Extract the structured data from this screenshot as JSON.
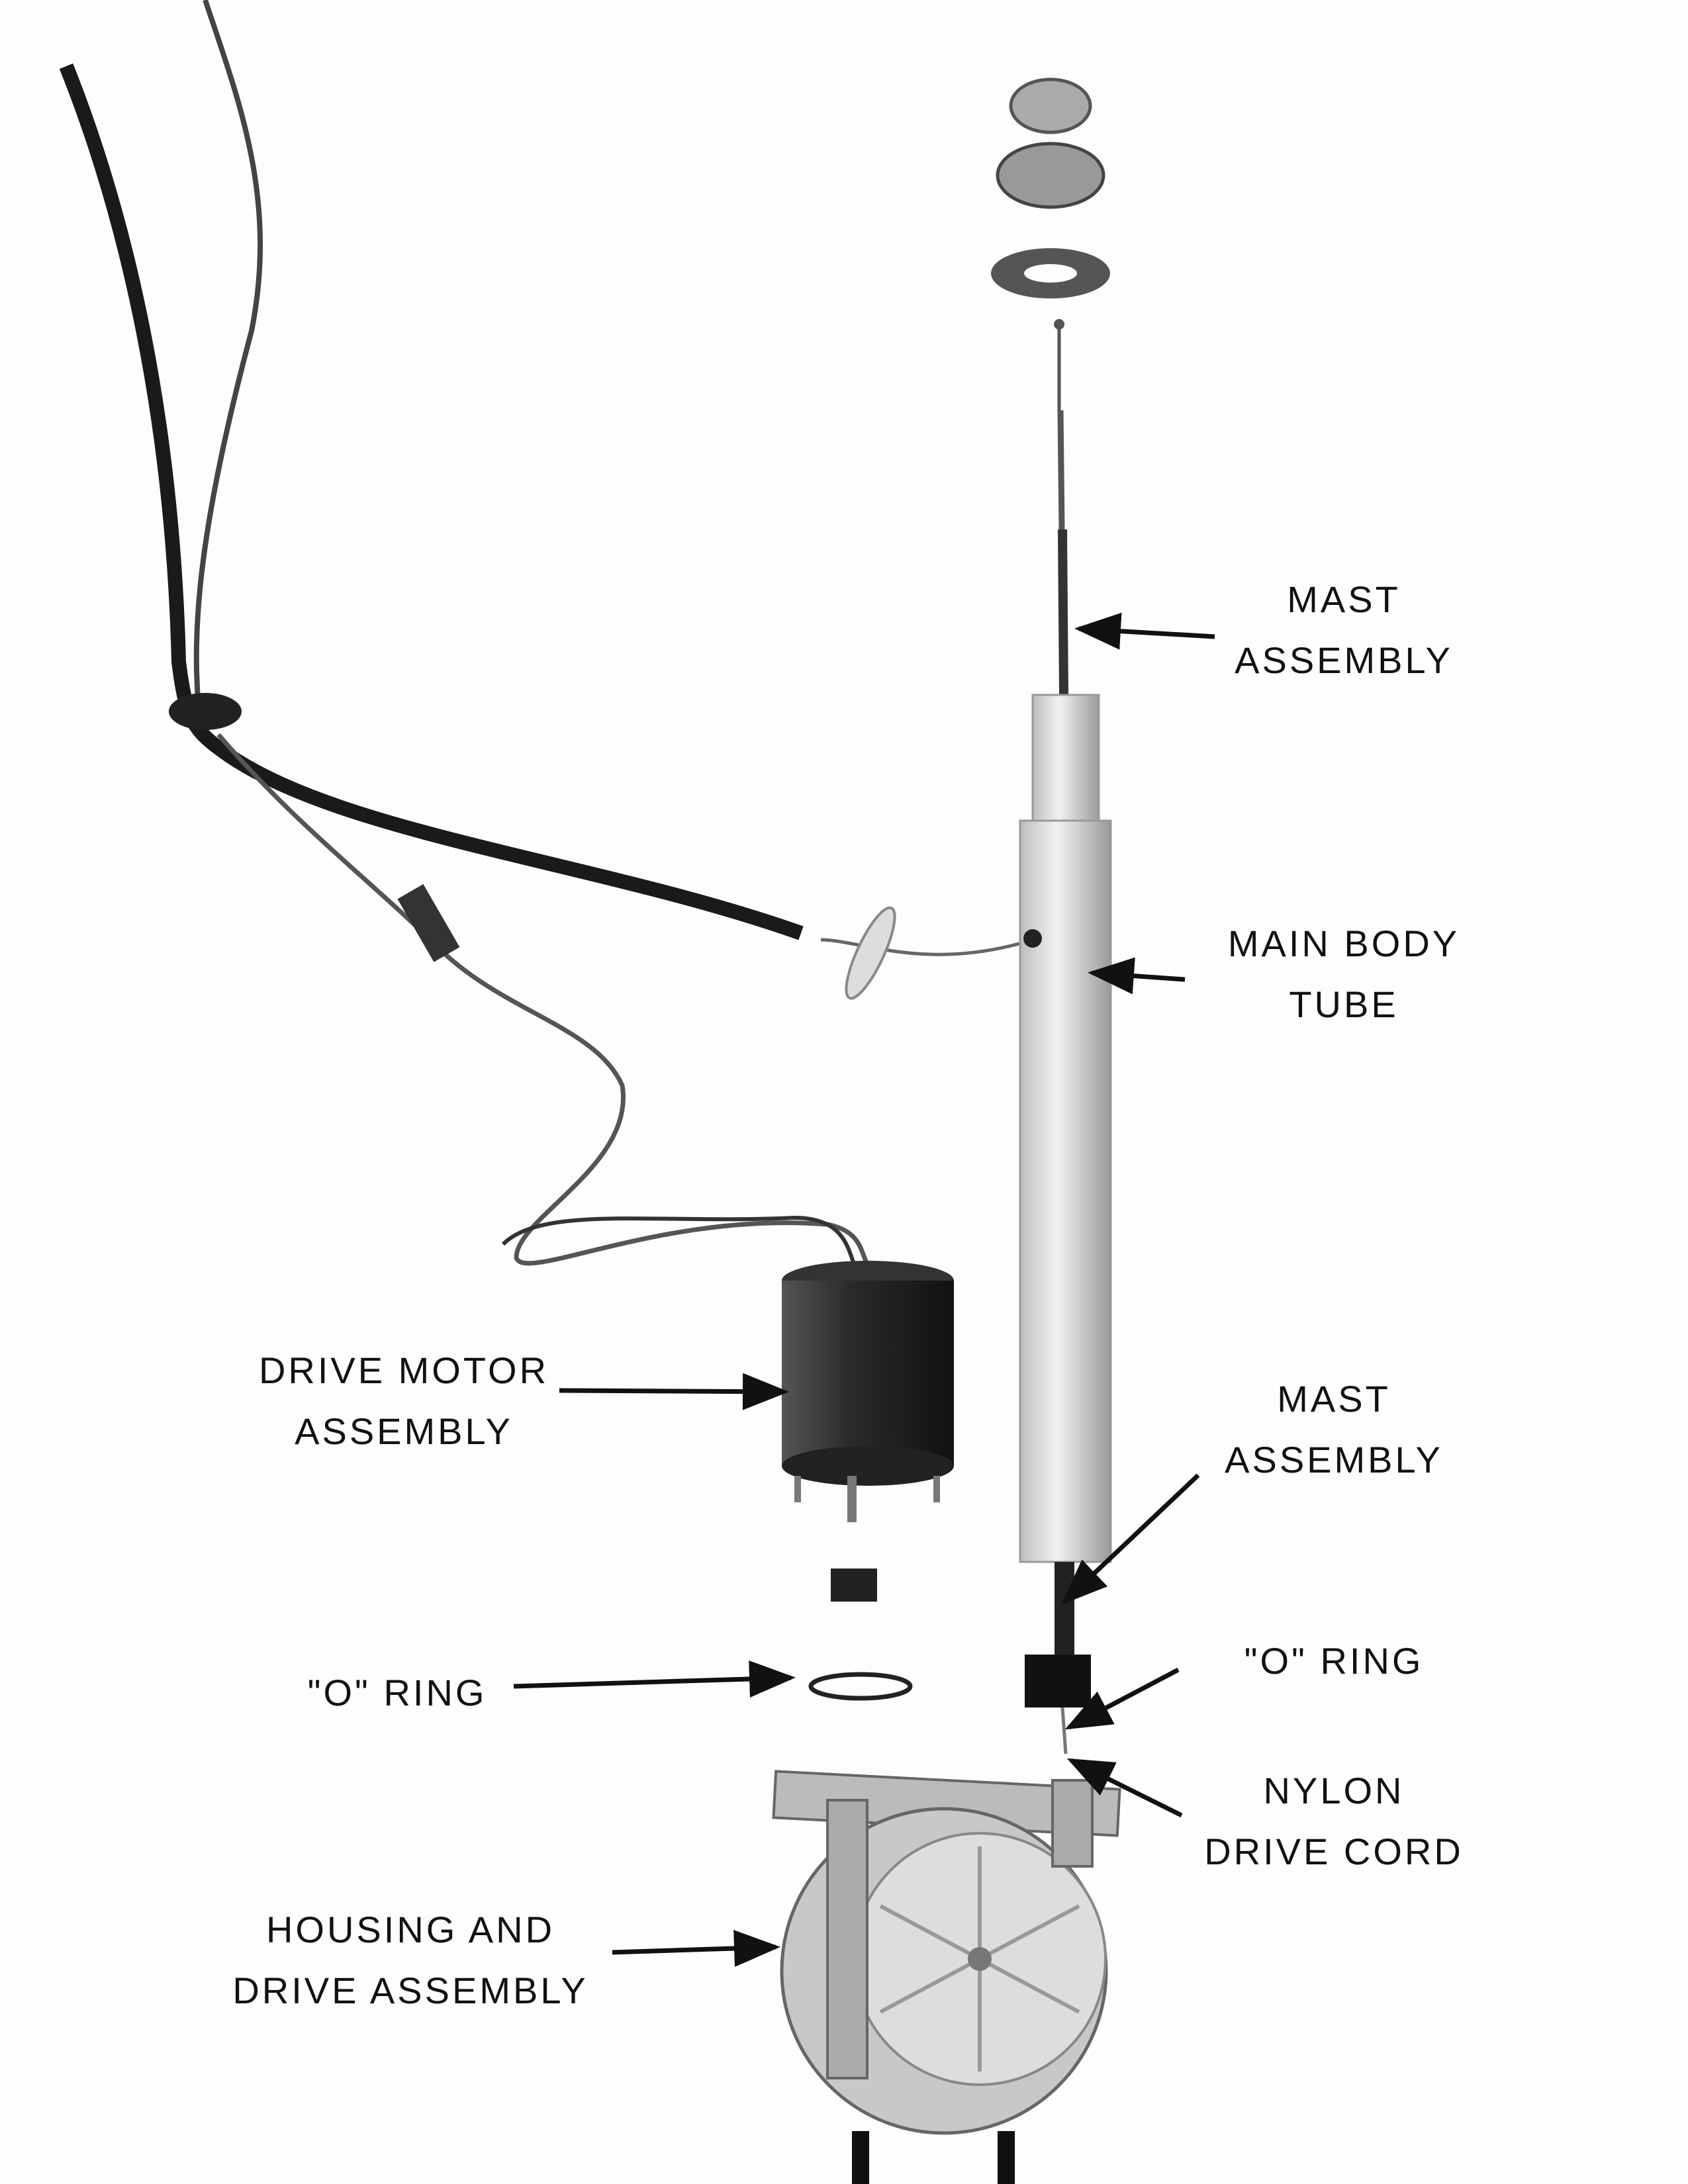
{
  "labels": {
    "mast_assembly_top": [
      "MAST",
      "ASSEMBLY"
    ],
    "main_body_tube": [
      "MAIN  BODY",
      "TUBE"
    ],
    "drive_motor_assembly": [
      "DRIVE  MOTOR",
      "ASSEMBLY"
    ],
    "mast_assembly_lower": [
      "MAST",
      "ASSEMBLY"
    ],
    "o_ring_left": "\"O\"  RING",
    "o_ring_right": "\"O\"  RING",
    "nylon_drive_cord": [
      "NYLON",
      "DRIVE CORD"
    ],
    "housing_and_drive_assembly": [
      "HOUSING  AND",
      "DRIVE  ASSEMBLY"
    ]
  }
}
